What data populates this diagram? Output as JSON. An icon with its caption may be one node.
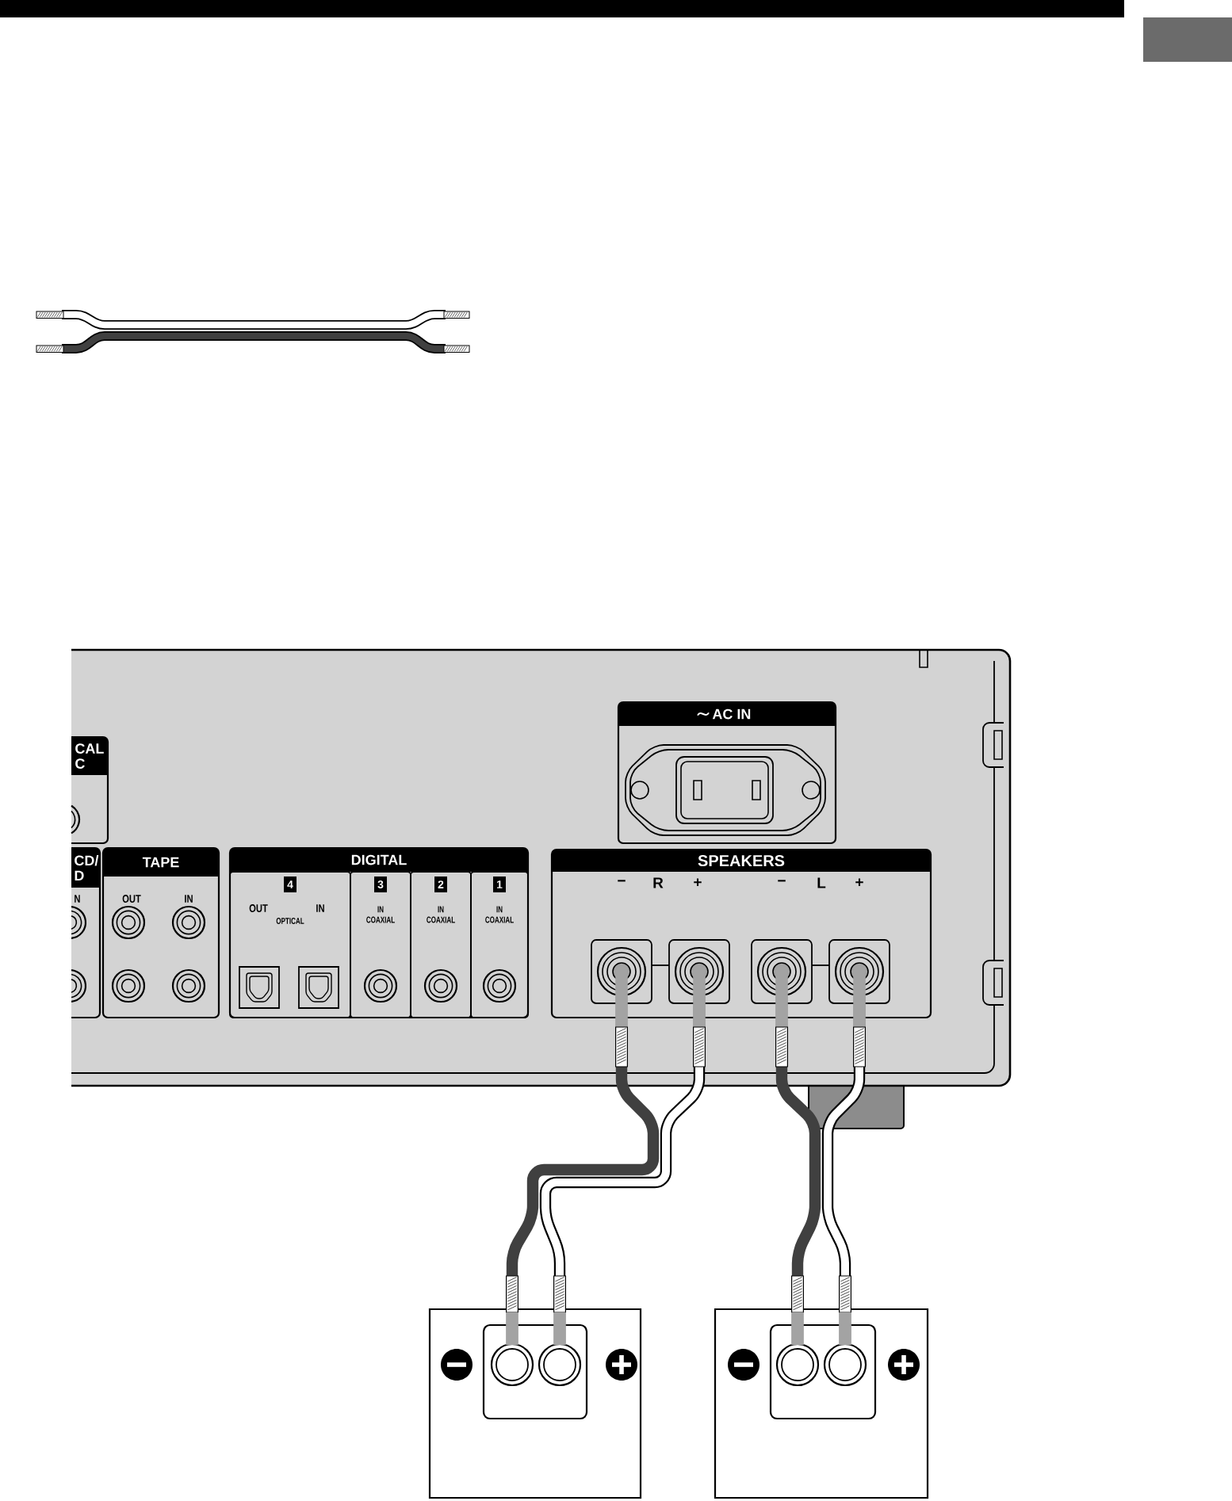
{
  "diagram": {
    "nodes": [
      {
        "text": [
          "CAL C"
        ]
      },
      {
        "text": [
          "CD/ D",
          "N"
        ]
      },
      {
        "text": [
          "TAPE",
          "OUT",
          "IN"
        ]
      },
      {
        "text": [
          "DIGITAL"
        ]
      },
      {
        "text": [
          "4",
          "OUT",
          "IN",
          "OPTICAL"
        ],
        "in": 3
      },
      {
        "text": [
          "3",
          "IN COAXIAL"
        ],
        "in": 3
      },
      {
        "text": [
          "2",
          "IN COAXIAL"
        ],
        "in": 3
      },
      {
        "text": [
          "1",
          "IN COAXIAL"
        ],
        "in": 3
      },
      {
        "text": [
          "AC IN"
        ]
      },
      {
        "text": [
          "SPEAKERS",
          "−",
          "R",
          "+",
          "−",
          "L",
          "+"
        ]
      },
      {
        "text": [],
        "shape": "circle",
        "in": 9
      },
      {
        "text": [],
        "shape": "circle",
        "in": 9
      },
      {
        "text": [],
        "shape": "circle",
        "in": 9
      },
      {
        "text": [],
        "shape": "circle",
        "in": 9
      },
      {
        "text": [],
        "shape": "box"
      },
      {
        "text": [],
        "shape": "circle",
        "in": 14
      },
      {
        "text": [],
        "shape": "circle",
        "in": 14
      },
      {
        "text": [],
        "shape": "box"
      },
      {
        "text": [],
        "shape": "circle",
        "in": 17
      },
      {
        "text": [],
        "shape": "circle",
        "in": 17
      }
    ],
    "edges": [
      {
        "from": 10,
        "to": 15,
        "arrow": "none",
        "color": "#404040"
      },
      {
        "from": 11,
        "to": 16,
        "arrow": "none"
      },
      {
        "from": 12,
        "to": 18,
        "arrow": "none",
        "color": "#404040"
      },
      {
        "from": 13,
        "to": 19,
        "arrow": "none"
      }
    ]
  }
}
